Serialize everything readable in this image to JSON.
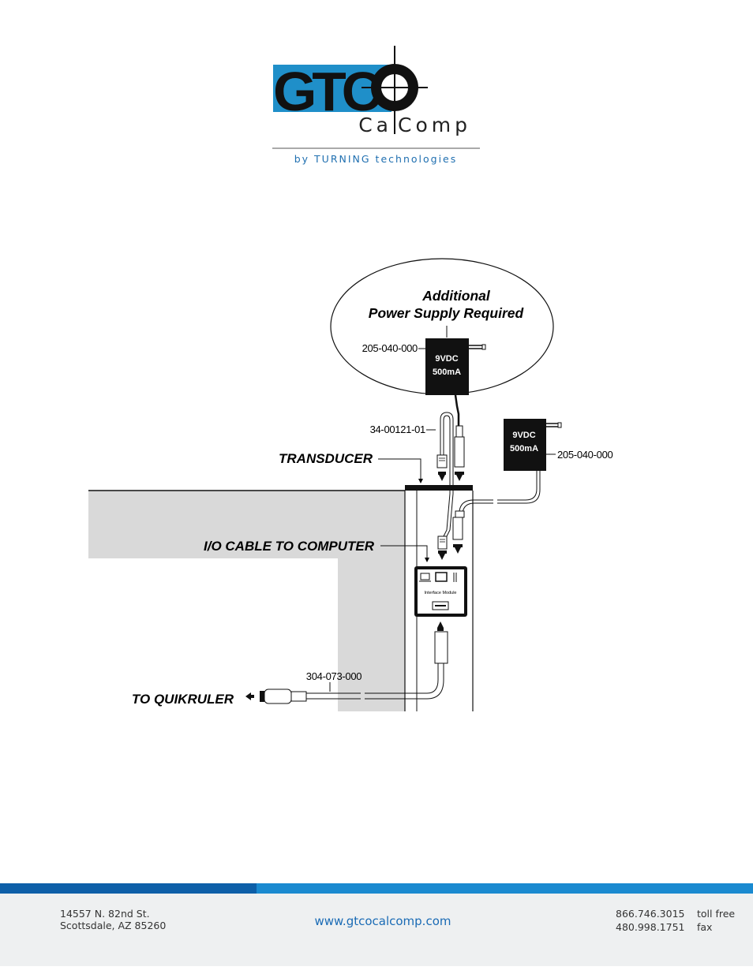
{
  "logo": {
    "letters": "GTC",
    "brand_sub": "CalComp",
    "brand_sub_left": "Ca",
    "brand_sub_right": "Comp",
    "tagline": "by TURNING technologies"
  },
  "diagram": {
    "bubble_line1": "Additional",
    "bubble_line2": "Power Supply Required",
    "ps_top_part": "205-040-000",
    "ps_top_voltage": "9VDC",
    "ps_top_current": "500mA",
    "cable_part": "34-00121-01",
    "transducer_label": "TRANSDUCER",
    "ps_right_voltage": "9VDC",
    "ps_right_current": "500mA",
    "ps_right_part": "205-040-000",
    "io_label": "I/O CABLE TO COMPUTER",
    "module_label": "Interface Module",
    "quik_part": "304-073-000",
    "quik_label": "TO QUIKRULER"
  },
  "footer": {
    "address_line1": "14557 N. 82nd St.",
    "address_line2": "Scottsdale, AZ 85260",
    "website": "www.gtcocalcomp.com",
    "phone1": "866.746.3015",
    "phone1_label": "toll free",
    "phone2": "480.998.1751",
    "phone2_label": "fax"
  },
  "colors": {
    "brand_blue": "#1f8fc9",
    "footer_blue": "#0d6fb8",
    "footer_bg": "#eef0f1",
    "panel_gray": "#d9d9d9"
  }
}
